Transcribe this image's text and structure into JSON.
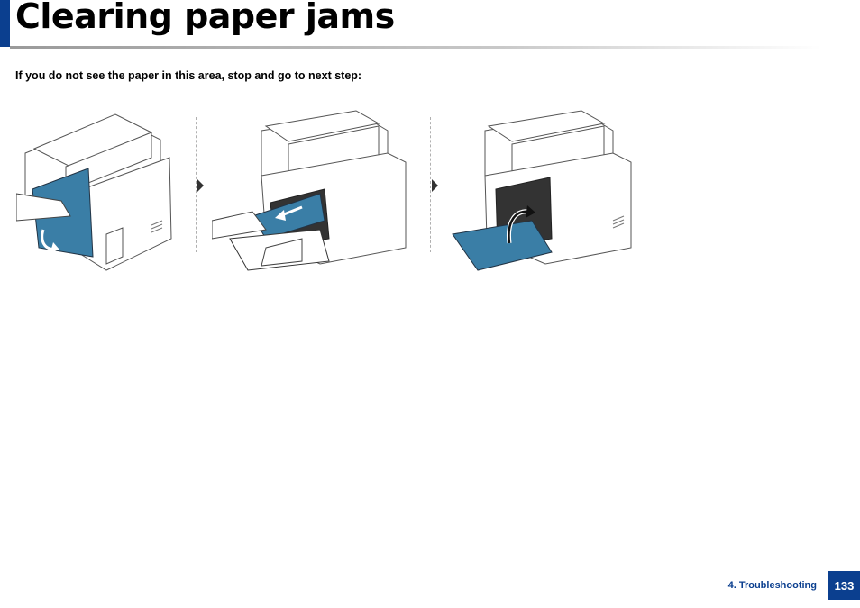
{
  "header": {
    "title": "Clearing paper jams"
  },
  "content": {
    "instruction": "If you do not see the paper in this area, stop and go to next step:",
    "steps": [
      {
        "icon": "printer-open-side-cover-illustration"
      },
      {
        "icon": "printer-pull-jammed-paper-illustration"
      },
      {
        "icon": "printer-close-rear-cover-illustration"
      }
    ]
  },
  "footer": {
    "section": "4. Troubleshooting",
    "page_number": "133"
  },
  "colors": {
    "accent": "#0b3f8f",
    "highlight": "#3a7ea6"
  }
}
